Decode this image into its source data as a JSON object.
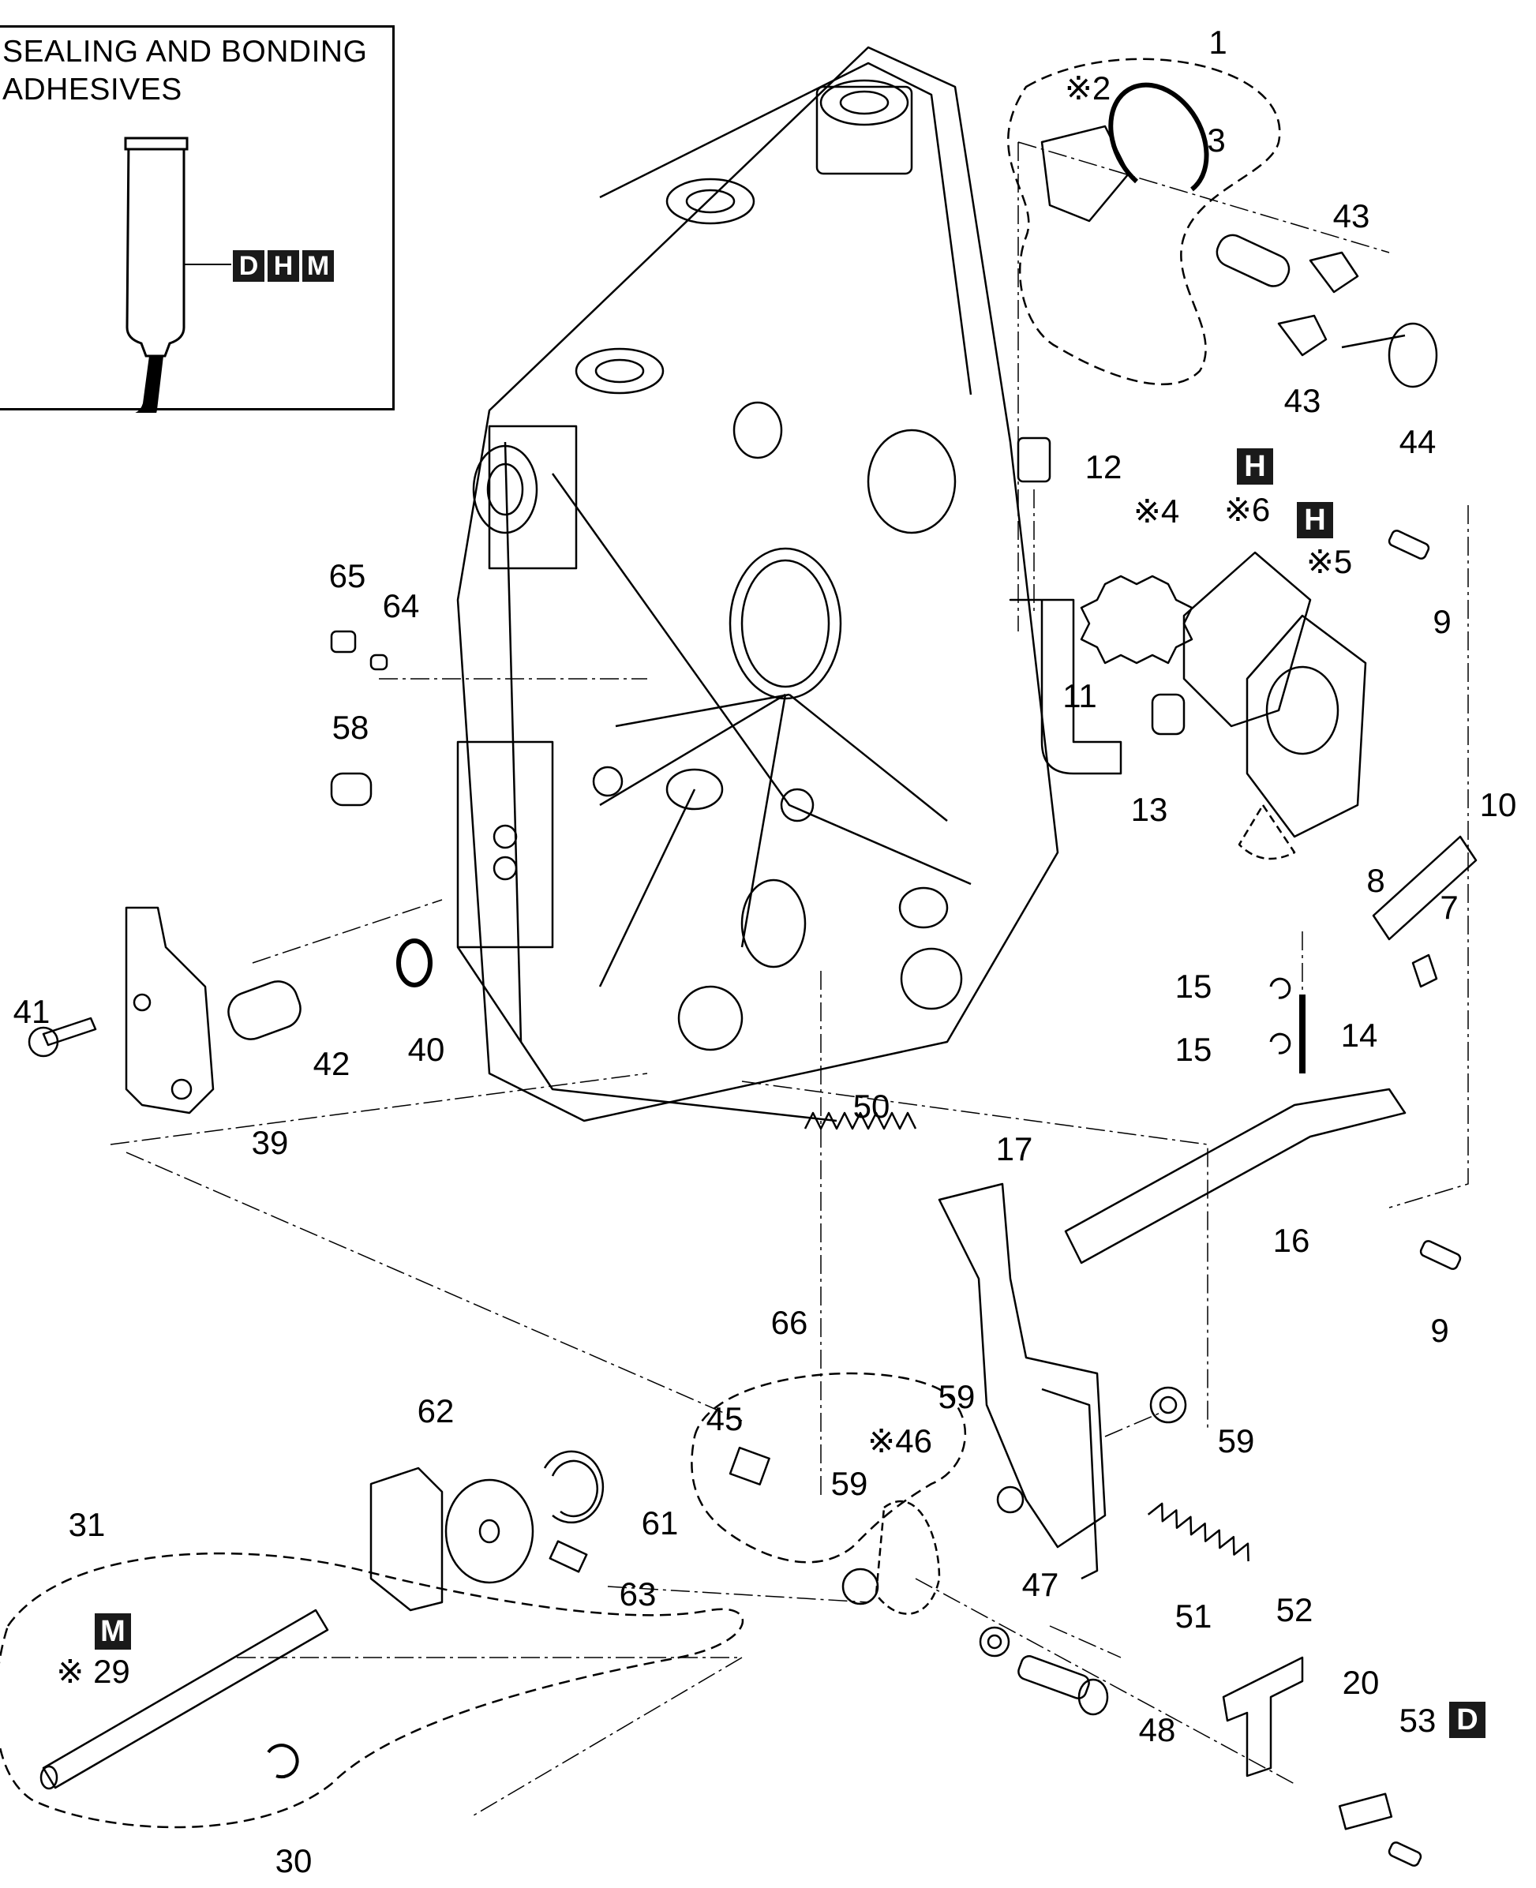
{
  "legend": {
    "title_line1": "SEALING AND BONDING",
    "title_line2": "ADHESIVES",
    "codes": [
      "D",
      "H",
      "M"
    ]
  },
  "callouts": [
    {
      "id": "c1",
      "text": "1"
    },
    {
      "id": "c2",
      "text": "※2"
    },
    {
      "id": "c3",
      "text": "3"
    },
    {
      "id": "c4",
      "text": "※4"
    },
    {
      "id": "c5",
      "text": "※5"
    },
    {
      "id": "c6",
      "text": "※6"
    },
    {
      "id": "c7",
      "text": "7"
    },
    {
      "id": "c8",
      "text": "8"
    },
    {
      "id": "c9a",
      "text": "9"
    },
    {
      "id": "c9b",
      "text": "9"
    },
    {
      "id": "c10",
      "text": "10"
    },
    {
      "id": "c11",
      "text": "11"
    },
    {
      "id": "c12",
      "text": "12"
    },
    {
      "id": "c13",
      "text": "13"
    },
    {
      "id": "c14",
      "text": "14"
    },
    {
      "id": "c15a",
      "text": "15"
    },
    {
      "id": "c15b",
      "text": "15"
    },
    {
      "id": "c16",
      "text": "16"
    },
    {
      "id": "c17",
      "text": "17"
    },
    {
      "id": "c20",
      "text": "20"
    },
    {
      "id": "c29",
      "text": "※ 29"
    },
    {
      "id": "c30",
      "text": "30"
    },
    {
      "id": "c31",
      "text": "31"
    },
    {
      "id": "c39",
      "text": "39"
    },
    {
      "id": "c40",
      "text": "40"
    },
    {
      "id": "c41",
      "text": "41"
    },
    {
      "id": "c42",
      "text": "42"
    },
    {
      "id": "c43a",
      "text": "43"
    },
    {
      "id": "c43b",
      "text": "43"
    },
    {
      "id": "c44",
      "text": "44"
    },
    {
      "id": "c45",
      "text": "45"
    },
    {
      "id": "c46",
      "text": "※46"
    },
    {
      "id": "c47",
      "text": "47"
    },
    {
      "id": "c48",
      "text": "48"
    },
    {
      "id": "c50",
      "text": "50"
    },
    {
      "id": "c51",
      "text": "51"
    },
    {
      "id": "c52",
      "text": "52"
    },
    {
      "id": "c53",
      "text": "53"
    },
    {
      "id": "c58",
      "text": "58"
    },
    {
      "id": "c59a",
      "text": "59"
    },
    {
      "id": "c59b",
      "text": "59"
    },
    {
      "id": "c59c",
      "text": "59"
    },
    {
      "id": "c61",
      "text": "61"
    },
    {
      "id": "c62",
      "text": "62"
    },
    {
      "id": "c63",
      "text": "63"
    },
    {
      "id": "c64",
      "text": "64"
    },
    {
      "id": "c65",
      "text": "65"
    },
    {
      "id": "c66",
      "text": "66"
    }
  ],
  "adhesive_markers": [
    {
      "id": "m6",
      "text": "H"
    },
    {
      "id": "m5",
      "text": "H"
    },
    {
      "id": "m29",
      "text": "M"
    },
    {
      "id": "m53",
      "text": "D"
    }
  ]
}
